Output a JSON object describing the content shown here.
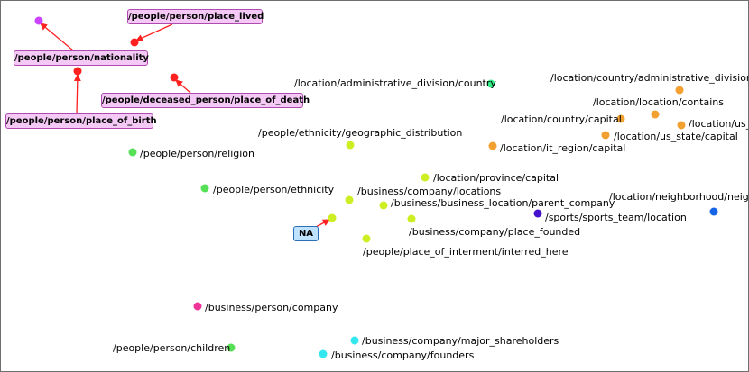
{
  "colors": {
    "red": "#ff2020",
    "green": "#55e055",
    "yellow": "#ccee22",
    "orange": "#f2a030",
    "teal": "#33ee88",
    "blue": "#1565e6",
    "indigo": "#4411cc",
    "pink": "#ee3399",
    "cyan": "#33e7ee",
    "violet": "#cc44ff",
    "relation_box": "#f5c9f5",
    "na_box": "#bfe3ff"
  },
  "relation_boxes": {
    "place_lived": "/people/person/place_lived",
    "nationality": "/people/person/nationality",
    "place_of_death": "/people/deceased_person/place_of_death",
    "place_of_birth": "/people/person/place_of_birth",
    "na": "NA"
  },
  "points": [
    {
      "label": "/location/administrative_division/country",
      "color": "teal"
    },
    {
      "label": "/location/country/administrative_divisions",
      "color": "orange"
    },
    {
      "label": "/location/location/contains",
      "color": "orange"
    },
    {
      "label": "/location/country/capital",
      "color": "orange"
    },
    {
      "label": "/location/us_",
      "color": "orange"
    },
    {
      "label": "/location/us_state/capital",
      "color": "orange"
    },
    {
      "label": "/location/it_region/capital",
      "color": "orange"
    },
    {
      "label": "/people/ethnicity/geographic_distribution",
      "color": "yellow"
    },
    {
      "label": "/people/person/religion",
      "color": "green"
    },
    {
      "label": "/location/province/capital",
      "color": "yellow"
    },
    {
      "label": "/people/person/ethnicity",
      "color": "green"
    },
    {
      "label": "/business/company/locations",
      "color": "yellow"
    },
    {
      "label": "/business/business_location/parent_company",
      "color": "yellow"
    },
    {
      "label": "/location/neighborhood/neigh",
      "color": "blue"
    },
    {
      "label": "/sports/sports_team/location",
      "color": "indigo"
    },
    {
      "label": "/business/company/place_founded",
      "color": "yellow"
    },
    {
      "label": "/people/place_of_interment/interred_here",
      "color": "yellow"
    },
    {
      "label": "/business/person/company",
      "color": "pink"
    },
    {
      "label": "/business/company/major_shareholders",
      "color": "cyan"
    },
    {
      "label": "/people/person/children",
      "color": "green"
    },
    {
      "label": "/business/company/founders",
      "color": "cyan"
    }
  ]
}
